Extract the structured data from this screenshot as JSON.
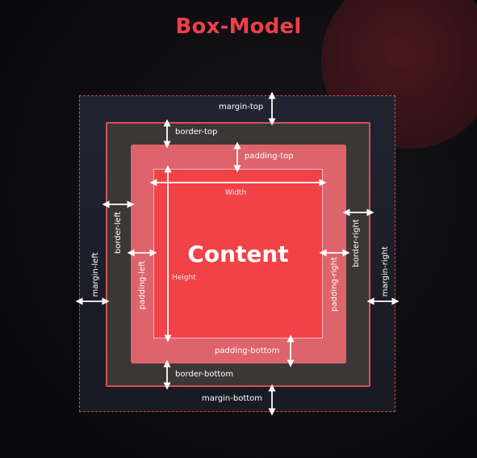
{
  "title": "Box-Model",
  "labels": {
    "content": "Content",
    "width": "Width",
    "height": "Height",
    "margin_top": "margin-top",
    "margin_bottom": "margin-bottom",
    "margin_left": "margin-left",
    "margin_right": "margin-right",
    "border_top": "border-top",
    "border_bottom": "border-bottom",
    "border_left": "border-left",
    "border_right": "border-right",
    "padding_top": "padding-top",
    "padding_bottom": "padding-bottom",
    "padding_left": "padding-left",
    "padding_right": "padding-right"
  },
  "colors": {
    "title": "#ef3f49",
    "margin_outline": "#d9414a",
    "border_area": "#3b3737",
    "padding_area": "#de646b",
    "content_area": "#f14248",
    "arrow": "#ffffff"
  }
}
